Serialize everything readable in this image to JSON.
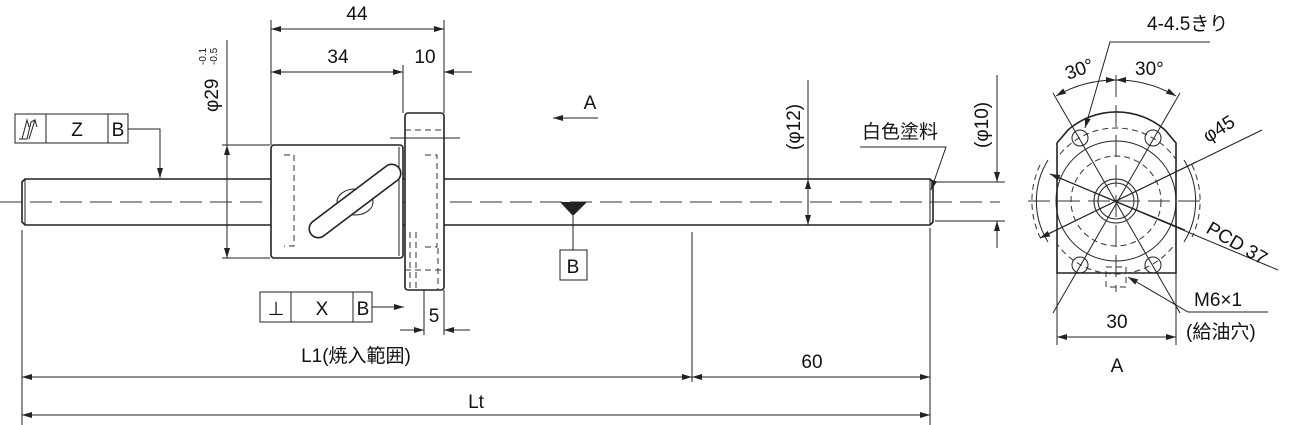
{
  "drawing": {
    "dim_nut_total": "44",
    "dim_nut_body": "34",
    "dim_flange": "10",
    "dim_nut_dia": "φ29",
    "dim_nut_dia_tol_upper": "-0.1",
    "dim_nut_dia_tol_lower": "-0.5",
    "view_arrow_label": "A",
    "runout_symbol": "runout-icon",
    "runout_value": "Z",
    "runout_datum": "B",
    "perp_symbol": "⊥",
    "perp_value": "X",
    "perp_datum": "B",
    "datum_label": "B",
    "dim_oil_hole_offset": "5",
    "dim_shaft_dia": "(φ12)",
    "dim_end_dia": "(φ10)",
    "paint_note": "白色塗料",
    "dim_hardened_length": "L1(焼入範囲)",
    "dim_end_length": "60",
    "dim_total_length": "Lt"
  },
  "end_view": {
    "holes_note": "4-4.5きり",
    "angle_left": "30°",
    "angle_right": "30°",
    "dim_flange_dia": "φ45",
    "dim_pcd": "PCD 37",
    "oil_hole_thread": "M6×1",
    "oil_hole_note": "(給油穴)",
    "dim_flange_width": "30",
    "view_label": "A"
  }
}
